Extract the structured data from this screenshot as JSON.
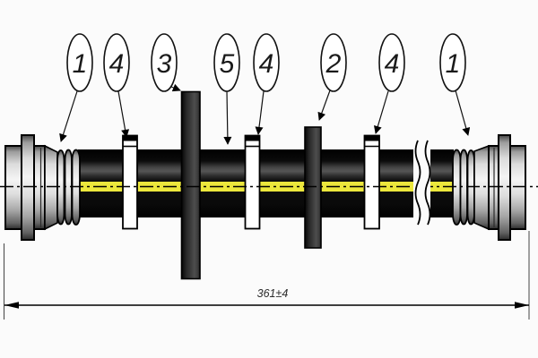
{
  "callouts": [
    {
      "label": "1"
    },
    {
      "label": "4"
    },
    {
      "label": "3"
    },
    {
      "label": "5"
    },
    {
      "label": "4"
    },
    {
      "label": "2"
    },
    {
      "label": "4"
    },
    {
      "label": "1"
    }
  ],
  "dimension": {
    "label": "361±4"
  },
  "colors": {
    "stripe_yellow": "#ece73c",
    "hose_black": "#0a0a0a",
    "metal_light": "#ededed",
    "bracket_gray": "#3a3a3a",
    "line_black": "#000000",
    "background": "#fbfbfb"
  }
}
